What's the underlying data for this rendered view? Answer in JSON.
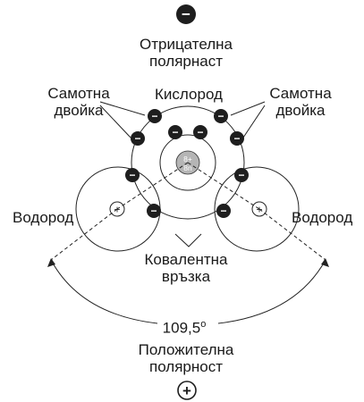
{
  "labels": {
    "negative_polarity": [
      "Отрицателна",
      "полярнаст"
    ],
    "lone_pair_left": [
      "Самотна",
      "двойка"
    ],
    "lone_pair_right": [
      "Самотна",
      "двойка"
    ],
    "oxygen": "Кислород",
    "hydrogen_left": "Водород",
    "hydrogen_right": "Водород",
    "covalent_bond": [
      "Ковалентна",
      "връзка"
    ],
    "angle": "109,5",
    "degree": "o",
    "positive_polarity": [
      "Положителна",
      "полярност"
    ],
    "nucleus_charge": "8+",
    "nucleus_neutrons": "8n",
    "hydrogen_nucleus": "+"
  },
  "symbols": {
    "negative": "−",
    "positive": "+",
    "electron": "−"
  },
  "colors": {
    "electron_fill": "#1e1e1e",
    "nucleus_fill": "#b5b5b5",
    "line": "#222222"
  },
  "icons": {
    "negative": "minus-circle-icon",
    "positive": "plus-circle-icon"
  }
}
